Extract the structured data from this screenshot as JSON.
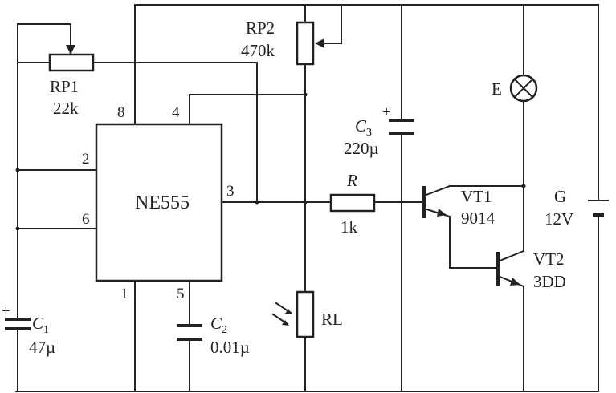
{
  "chip": {
    "name": "NE555"
  },
  "pins": {
    "p1": "1",
    "p2": "2",
    "p3": "3",
    "p4": "4",
    "p5": "5",
    "p6": "6",
    "p8": "8"
  },
  "rp1": {
    "name": "RP1",
    "value": "22k"
  },
  "rp2": {
    "name": "RP2",
    "value": "470k"
  },
  "c1": {
    "name": "C",
    "sub": "1",
    "value": "47µ",
    "polarity": "+"
  },
  "c2": {
    "name": "C",
    "sub": "2",
    "value": "0.01µ"
  },
  "c3": {
    "name": "C",
    "sub": "3",
    "value": "220µ",
    "polarity": "+"
  },
  "r": {
    "name": "R",
    "value": "1k"
  },
  "rl": {
    "name": "RL"
  },
  "vt1": {
    "name": "VT1",
    "value": "9014"
  },
  "vt2": {
    "name": "VT2",
    "value": "3DD"
  },
  "lamp": {
    "name": "E"
  },
  "battery": {
    "name": "G",
    "value": "12V"
  }
}
